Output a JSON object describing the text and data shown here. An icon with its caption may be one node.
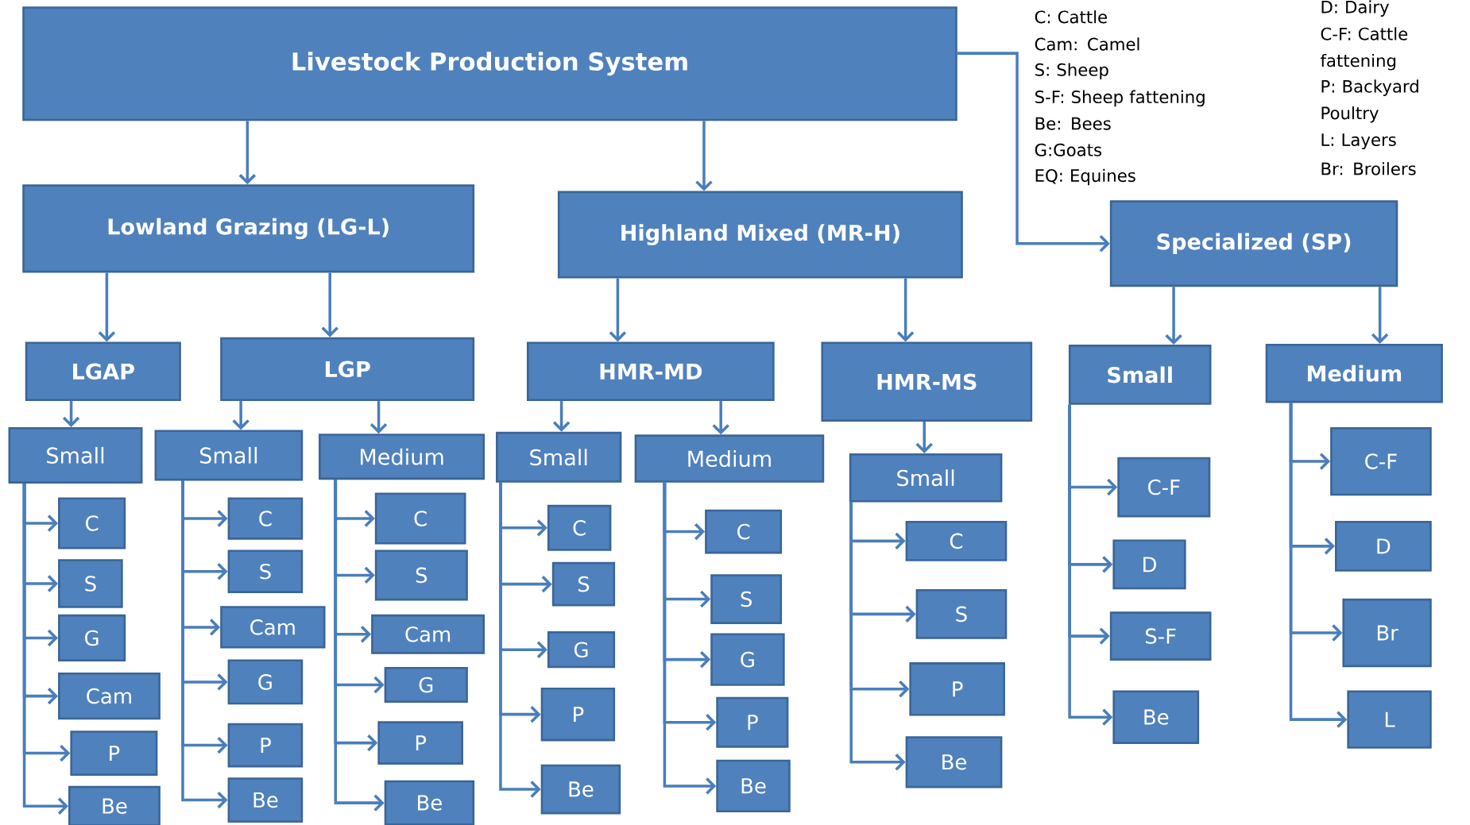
{
  "diagram": {
    "nodes": [
      {
        "text": [
          "Livestock Production System"
        ]
      },
      {
        "text": [
          "Lowland Grazing (LG-L)"
        ]
      },
      {
        "text": [
          "Highland Mixed (MR-H)"
        ]
      },
      {
        "text": [
          "Specialized (SP)"
        ]
      },
      {
        "text": [
          "LGAP"
        ]
      },
      {
        "text": [
          "LGP"
        ]
      },
      {
        "text": [
          "HMR-MD"
        ]
      },
      {
        "text": [
          "HMR-MS"
        ]
      },
      {
        "text": [
          "Small"
        ]
      },
      {
        "text": [
          "Medium"
        ]
      },
      {
        "text": [
          "Small"
        ]
      },
      {
        "text": [
          "C"
        ]
      },
      {
        "text": [
          "S"
        ]
      },
      {
        "text": [
          "G"
        ]
      },
      {
        "text": [
          "Cam"
        ]
      },
      {
        "text": [
          "P"
        ]
      },
      {
        "text": [
          "Be"
        ]
      },
      {
        "text": [
          "Small"
        ]
      },
      {
        "text": [
          "C"
        ]
      },
      {
        "text": [
          "S"
        ]
      },
      {
        "text": [
          "Cam"
        ]
      },
      {
        "text": [
          "G"
        ]
      },
      {
        "text": [
          "P"
        ]
      },
      {
        "text": [
          "Be"
        ]
      },
      {
        "text": [
          "Medium"
        ]
      },
      {
        "text": [
          "C"
        ]
      },
      {
        "text": [
          "S"
        ]
      },
      {
        "text": [
          "Cam"
        ]
      },
      {
        "text": [
          "G"
        ]
      },
      {
        "text": [
          "P"
        ]
      },
      {
        "text": [
          "Be"
        ]
      },
      {
        "text": [
          "Small"
        ]
      },
      {
        "text": [
          "C"
        ]
      },
      {
        "text": [
          "S"
        ]
      },
      {
        "text": [
          "G"
        ]
      },
      {
        "text": [
          "P"
        ]
      },
      {
        "text": [
          "Be"
        ]
      },
      {
        "text": [
          "Medium"
        ]
      },
      {
        "text": [
          "C"
        ]
      },
      {
        "text": [
          "S"
        ]
      },
      {
        "text": [
          "G"
        ]
      },
      {
        "text": [
          "P"
        ]
      },
      {
        "text": [
          "Be"
        ]
      },
      {
        "text": [
          "Small"
        ]
      },
      {
        "text": [
          "C"
        ]
      },
      {
        "text": [
          "S"
        ]
      },
      {
        "text": [
          "P"
        ]
      },
      {
        "text": [
          "Be"
        ]
      },
      {
        "text": [
          "C-F"
        ]
      },
      {
        "text": [
          "D"
        ]
      },
      {
        "text": [
          "S-F"
        ]
      },
      {
        "text": [
          "Be"
        ]
      },
      {
        "text": [
          "C-F"
        ]
      },
      {
        "text": [
          "D"
        ]
      },
      {
        "text": [
          "Br"
        ]
      },
      {
        "text": [
          "L"
        ]
      }
    ],
    "edges": [
      {
        "from": 0,
        "to": 1,
        "arrow": "to"
      },
      {
        "from": 0,
        "to": 2,
        "arrow": "to"
      },
      {
        "from": 0,
        "to": 3,
        "arrow": "to"
      },
      {
        "from": 1,
        "to": 4,
        "arrow": "to"
      },
      {
        "from": 1,
        "to": 5,
        "arrow": "to"
      },
      {
        "from": 2,
        "to": 6,
        "arrow": "to"
      },
      {
        "from": 2,
        "to": 7,
        "arrow": "to"
      },
      {
        "from": 3,
        "to": 8,
        "arrow": "to"
      },
      {
        "from": 3,
        "to": 9,
        "arrow": "to"
      },
      {
        "from": 4,
        "to": 10,
        "arrow": "to"
      },
      {
        "from": 5,
        "to": 17,
        "arrow": "to"
      },
      {
        "from": 5,
        "to": 24,
        "arrow": "to"
      },
      {
        "from": 6,
        "to": 31,
        "arrow": "to"
      },
      {
        "from": 6,
        "to": 37,
        "arrow": "to"
      },
      {
        "from": 7,
        "to": 43,
        "arrow": "to"
      },
      {
        "from": 10,
        "to": 11,
        "arrow": "to"
      },
      {
        "from": 10,
        "to": 12,
        "arrow": "to"
      },
      {
        "from": 10,
        "to": 13,
        "arrow": "to"
      },
      {
        "from": 10,
        "to": 14,
        "arrow": "to"
      },
      {
        "from": 10,
        "to": 15,
        "arrow": "to"
      },
      {
        "from": 10,
        "to": 16,
        "arrow": "to"
      },
      {
        "from": 17,
        "to": 18,
        "arrow": "to"
      },
      {
        "from": 17,
        "to": 19,
        "arrow": "to"
      },
      {
        "from": 17,
        "to": 20,
        "arrow": "to"
      },
      {
        "from": 17,
        "to": 21,
        "arrow": "to"
      },
      {
        "from": 17,
        "to": 22,
        "arrow": "to"
      },
      {
        "from": 17,
        "to": 23,
        "arrow": "to"
      },
      {
        "from": 24,
        "to": 25,
        "arrow": "to"
      },
      {
        "from": 24,
        "to": 26,
        "arrow": "to"
      },
      {
        "from": 24,
        "to": 27,
        "arrow": "to"
      },
      {
        "from": 24,
        "to": 28,
        "arrow": "to"
      },
      {
        "from": 24,
        "to": 29,
        "arrow": "to"
      },
      {
        "from": 24,
        "to": 30,
        "arrow": "to"
      },
      {
        "from": 31,
        "to": 32,
        "arrow": "to"
      },
      {
        "from": 31,
        "to": 33,
        "arrow": "to"
      },
      {
        "from": 31,
        "to": 34,
        "arrow": "to"
      },
      {
        "from": 31,
        "to": 35,
        "arrow": "to"
      },
      {
        "from": 31,
        "to": 36,
        "arrow": "to"
      },
      {
        "from": 37,
        "to": 38,
        "arrow": "to"
      },
      {
        "from": 37,
        "to": 39,
        "arrow": "to"
      },
      {
        "from": 37,
        "to": 40,
        "arrow": "to"
      },
      {
        "from": 37,
        "to": 41,
        "arrow": "to"
      },
      {
        "from": 37,
        "to": 42,
        "arrow": "to"
      },
      {
        "from": 43,
        "to": 44,
        "arrow": "to"
      },
      {
        "from": 43,
        "to": 45,
        "arrow": "to"
      },
      {
        "from": 43,
        "to": 46,
        "arrow": "to"
      },
      {
        "from": 43,
        "to": 47,
        "arrow": "to"
      },
      {
        "from": 8,
        "to": 48,
        "arrow": "to"
      },
      {
        "from": 8,
        "to": 49,
        "arrow": "to"
      },
      {
        "from": 8,
        "to": 50,
        "arrow": "to"
      },
      {
        "from": 8,
        "to": 51,
        "arrow": "to"
      },
      {
        "from": 9,
        "to": 52,
        "arrow": "to"
      },
      {
        "from": 9,
        "to": 53,
        "arrow": "to"
      },
      {
        "from": 9,
        "to": 54,
        "arrow": "to"
      },
      {
        "from": 9,
        "to": 55,
        "arrow": "to"
      }
    ],
    "labels": [
      "C: Cattle",
      "Cam: Camel",
      "S: Sheep",
      "S-F: Sheep fattening",
      "Be: Bees",
      "G:Goats",
      "EQ: Equines",
      "D: Dairy",
      "C-F: Cattle fattening",
      "P: Backyard Poultry",
      "L: Layers",
      "Br: Broilers"
    ]
  }
}
